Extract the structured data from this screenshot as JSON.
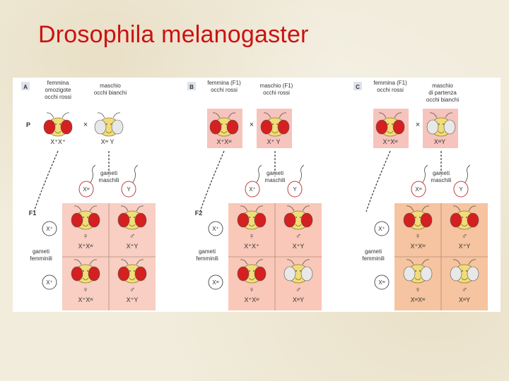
{
  "slide": {
    "title": "Drosophila melanogaster"
  },
  "panels": [
    {
      "letter": "A",
      "parent_female_label": [
        "femmina",
        "omozigote",
        "occhi rossi"
      ],
      "parent_male_label": [
        "maschio",
        "occhi bianchi"
      ],
      "generation_parent": "P",
      "cross_symbol": "×",
      "parent_female_genotype": "X⁺X⁺",
      "parent_male_genotype": "Xʷ Y",
      "male_gametes_label": [
        "gameti",
        "maschili"
      ],
      "male_gamete_x": "Xʷ",
      "male_gamete_y": "Y",
      "generation_offspring": "F1",
      "female_gametes_label": [
        "gameti",
        "femminili"
      ],
      "female_gamete_top": "X⁺",
      "female_gamete_bottom": "X⁺",
      "cells": [
        {
          "sex": "♀",
          "genotype": "X⁺Xʷ",
          "eye": "red"
        },
        {
          "sex": "♂",
          "genotype": "X⁺Y",
          "eye": "red"
        },
        {
          "sex": "♀",
          "genotype": "X⁺Xʷ",
          "eye": "red"
        },
        {
          "sex": "♂",
          "genotype": "X⁺Y",
          "eye": "red"
        }
      ]
    },
    {
      "letter": "B",
      "parent_female_label": [
        "femmina (F1)",
        "occhi rossi"
      ],
      "parent_male_label": [
        "maschio (F1)",
        "occhi rossi"
      ],
      "cross_symbol": "×",
      "parent_female_genotype": "X⁺Xʷ",
      "parent_male_genotype": "X⁺ Y",
      "male_gametes_label": [
        "gameti",
        "maschili"
      ],
      "male_gamete_x": "X⁺",
      "male_gamete_y": "Y",
      "generation_offspring": "F2",
      "female_gametes_label": [
        "gameti",
        "femminili"
      ],
      "female_gamete_top": "X⁺",
      "female_gamete_bottom": "Xʷ",
      "cells": [
        {
          "sex": "♀",
          "genotype": "X⁺X⁺",
          "eye": "red"
        },
        {
          "sex": "♂",
          "genotype": "X⁺Y",
          "eye": "red"
        },
        {
          "sex": "♀",
          "genotype": "X⁺Xʷ",
          "eye": "red"
        },
        {
          "sex": "♂",
          "genotype": "XʷY",
          "eye": "white"
        }
      ]
    },
    {
      "letter": "C",
      "parent_female_label": [
        "femmina (F1)",
        "occhi rossi"
      ],
      "parent_male_label": [
        "maschio",
        "di partenza",
        "occhi bianchi"
      ],
      "cross_symbol": "×",
      "parent_female_genotype": "X⁺Xʷ",
      "parent_male_genotype": "XʷY",
      "male_gametes_label": [
        "gameti",
        "maschili"
      ],
      "male_gamete_x": "Xʷ",
      "male_gamete_y": "Y",
      "female_gametes_label": [
        "gameti",
        "femminili"
      ],
      "female_gamete_top": "X⁺",
      "female_gamete_bottom": "Xʷ",
      "cells": [
        {
          "sex": "♀",
          "genotype": "X⁺Xʷ",
          "eye": "red"
        },
        {
          "sex": "♂",
          "genotype": "X⁺Y",
          "eye": "red"
        },
        {
          "sex": "♀",
          "genotype": "XʷXʷ",
          "eye": "white"
        },
        {
          "sex": "♂",
          "genotype": "XʷY",
          "eye": "white"
        }
      ]
    }
  ],
  "colors": {
    "title": "#cc1111",
    "parent_box": "#f6c4bd",
    "grid_a": "#f8cfc2",
    "grid_b": "#f9c8b8",
    "grid_c": "#f6c4a0",
    "red_eye": "#d42020",
    "white_eye": "#e8e8e8"
  }
}
